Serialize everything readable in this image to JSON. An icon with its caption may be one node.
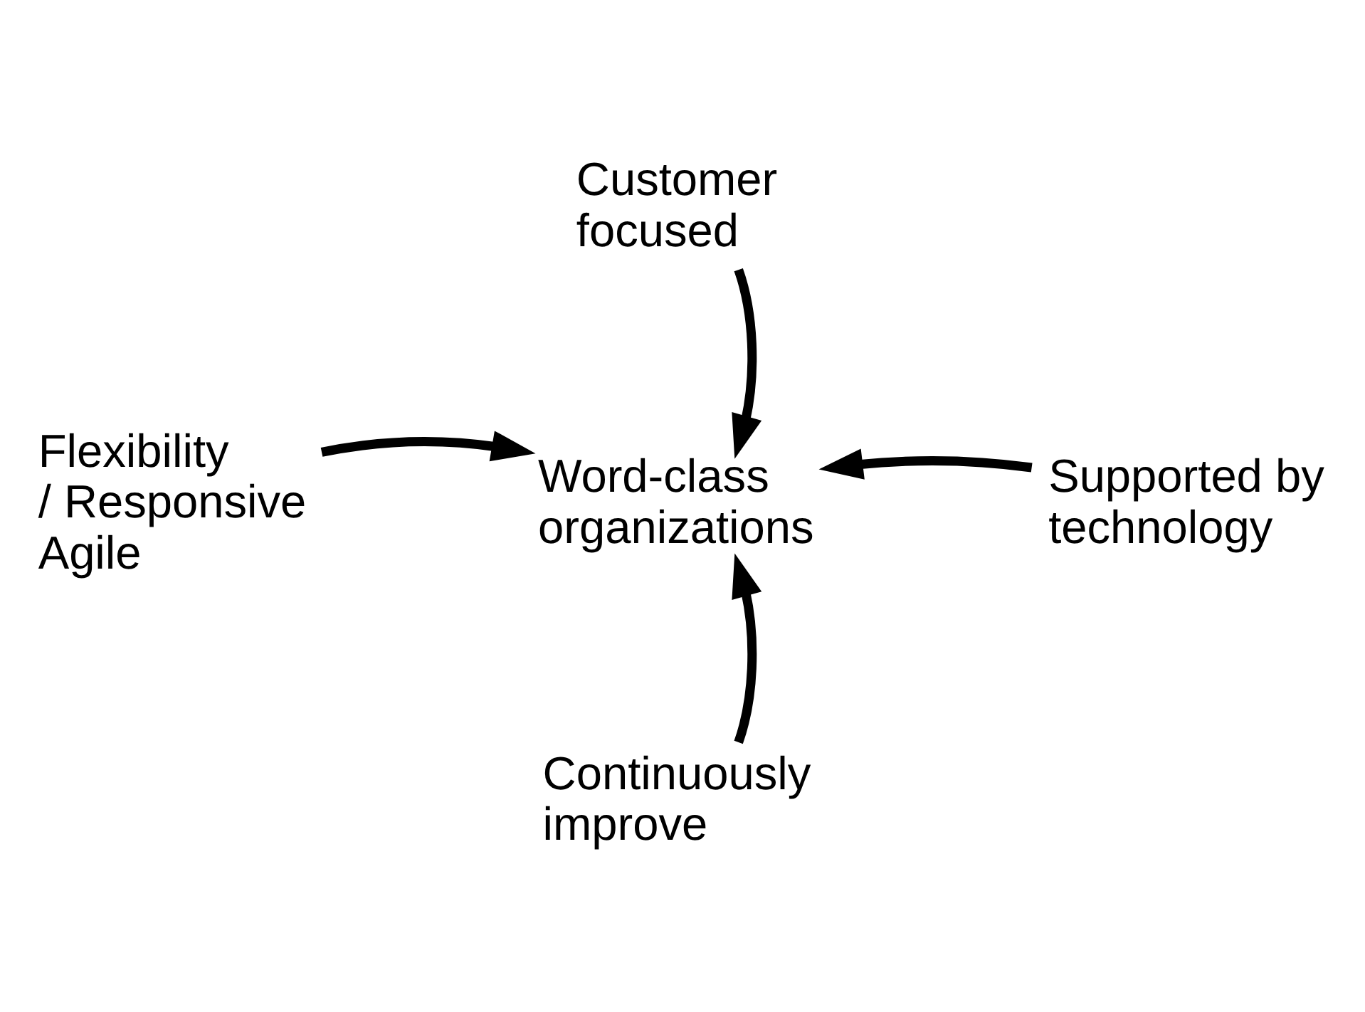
{
  "diagram": {
    "nodes": [
      {
        "text": [
          "Customer focused"
        ]
      },
      {
        "text": [
          "Flexibility / Responsive Agile"
        ]
      },
      {
        "text": [
          "Word-class organizations"
        ]
      },
      {
        "text": [
          "Supported by technology"
        ]
      },
      {
        "text": [
          "Continuously improve"
        ]
      }
    ],
    "edges": [
      {
        "from": 0,
        "to": 2,
        "arrow": "to"
      },
      {
        "from": 1,
        "to": 2,
        "arrow": "to"
      },
      {
        "from": 3,
        "to": 2,
        "arrow": "to"
      },
      {
        "from": 4,
        "to": 2,
        "arrow": "to"
      }
    ]
  }
}
